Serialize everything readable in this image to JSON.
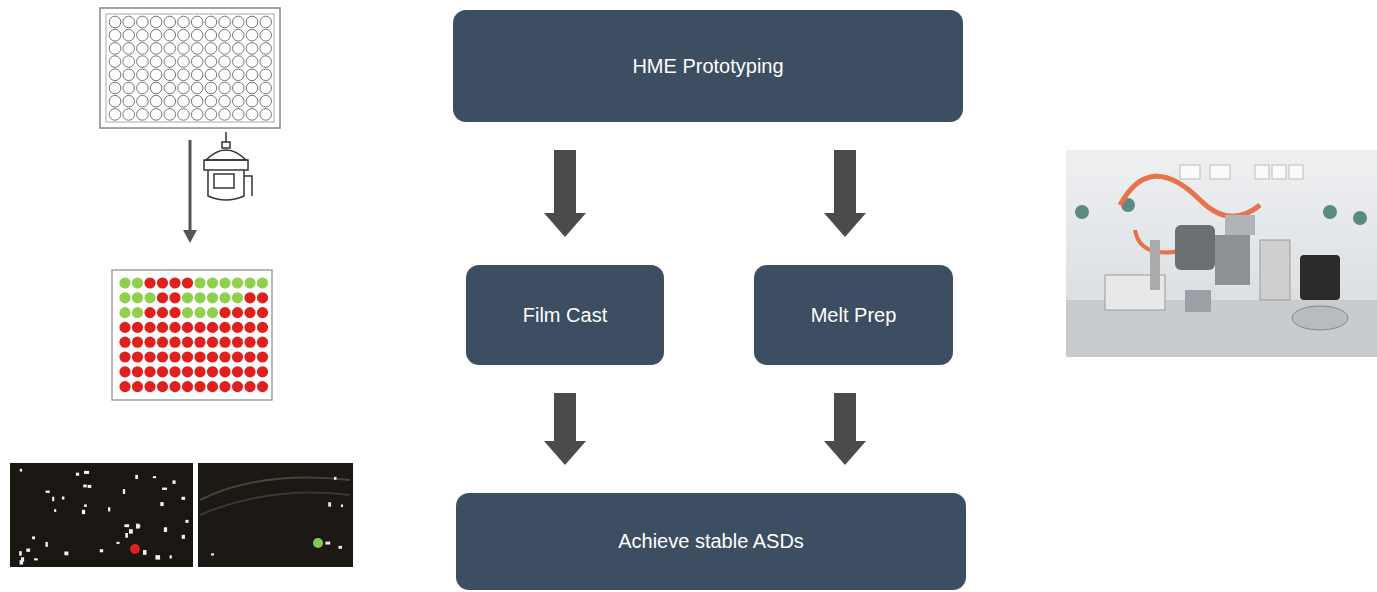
{
  "diagram": {
    "nodes": [
      {
        "text": [
          "HME Prototyping"
        ]
      },
      {
        "text": [
          "Film Cast"
        ]
      },
      {
        "text": [
          "Melt Prep"
        ]
      },
      {
        "text": [
          "Achieve stable ASDs"
        ]
      }
    ],
    "edges": [
      {
        "from": 0,
        "to": 1,
        "arrow": "to"
      },
      {
        "from": 0,
        "to": 2,
        "arrow": "to"
      },
      {
        "from": 1,
        "to": 3,
        "arrow": "to"
      },
      {
        "from": 2,
        "to": 3,
        "arrow": "to"
      }
    ]
  }
}
